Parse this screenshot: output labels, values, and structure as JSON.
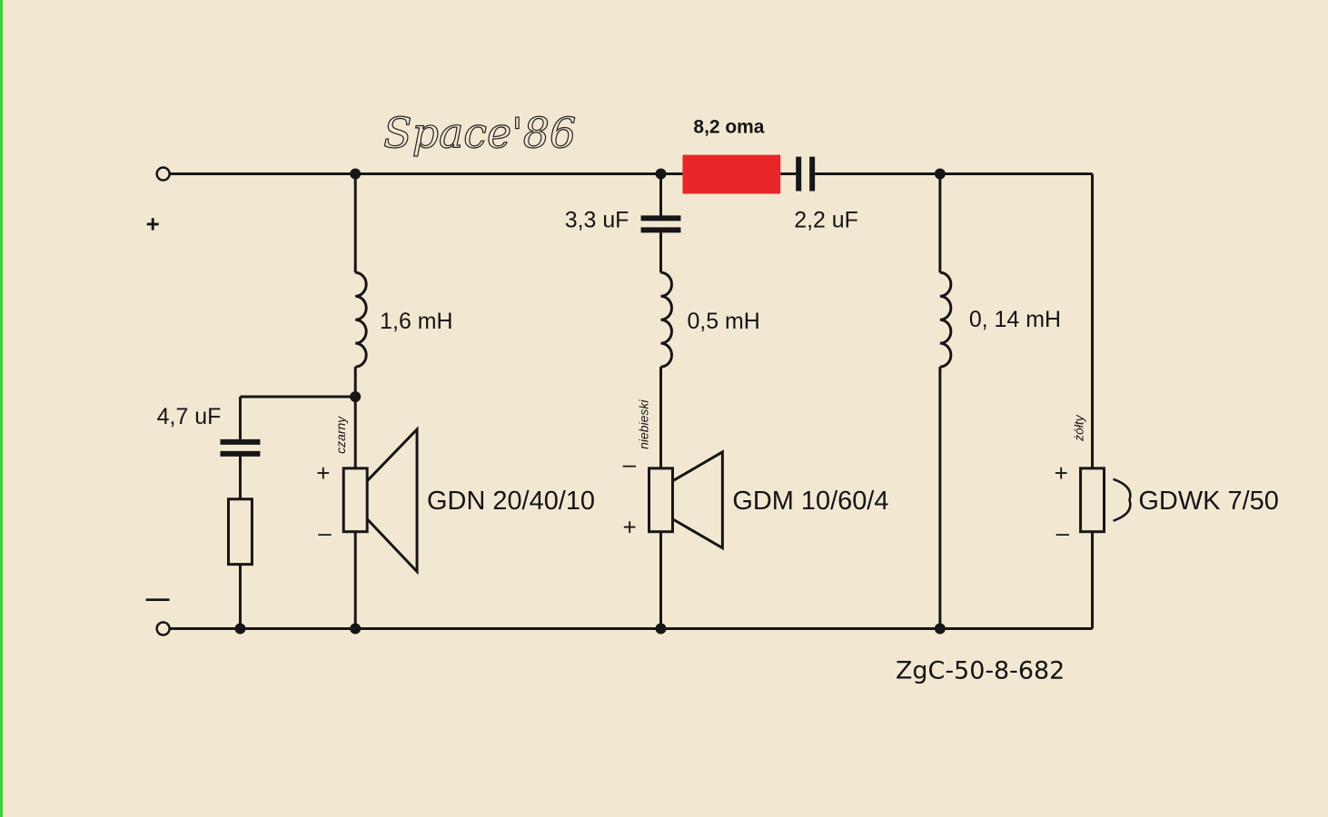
{
  "title_script": "Space'86",
  "terminals": {
    "plus": "+",
    "minus": "—"
  },
  "components": {
    "resistor_series": "8,2 oma",
    "cap_tweeter": "2,2 uF",
    "cap_mid": "3,3 uF",
    "ind_woofer": "1,6 mH",
    "ind_mid": "0,5 mH",
    "ind_tweeter": "0, 14 mH",
    "cap_zobel": "4,7 uF"
  },
  "speakers": {
    "woofer": "GDN 20/40/10",
    "mid": "GDM 10/60/4",
    "tweeter": "GDWK 7/50"
  },
  "wire_colors": {
    "woofer": "czarny",
    "mid": "niebieski",
    "tweeter": "żółty"
  },
  "polarity": {
    "woofer_top": "+",
    "woofer_bottom": "–",
    "mid_top": "–",
    "mid_bottom": "+",
    "tweeter_top": "+",
    "tweeter_bottom": "–"
  },
  "model": "ZgC-50-8-682",
  "colors": {
    "resistor_highlight": "#e8262a",
    "paper": "#f2e8d2",
    "ink": "#161616"
  }
}
